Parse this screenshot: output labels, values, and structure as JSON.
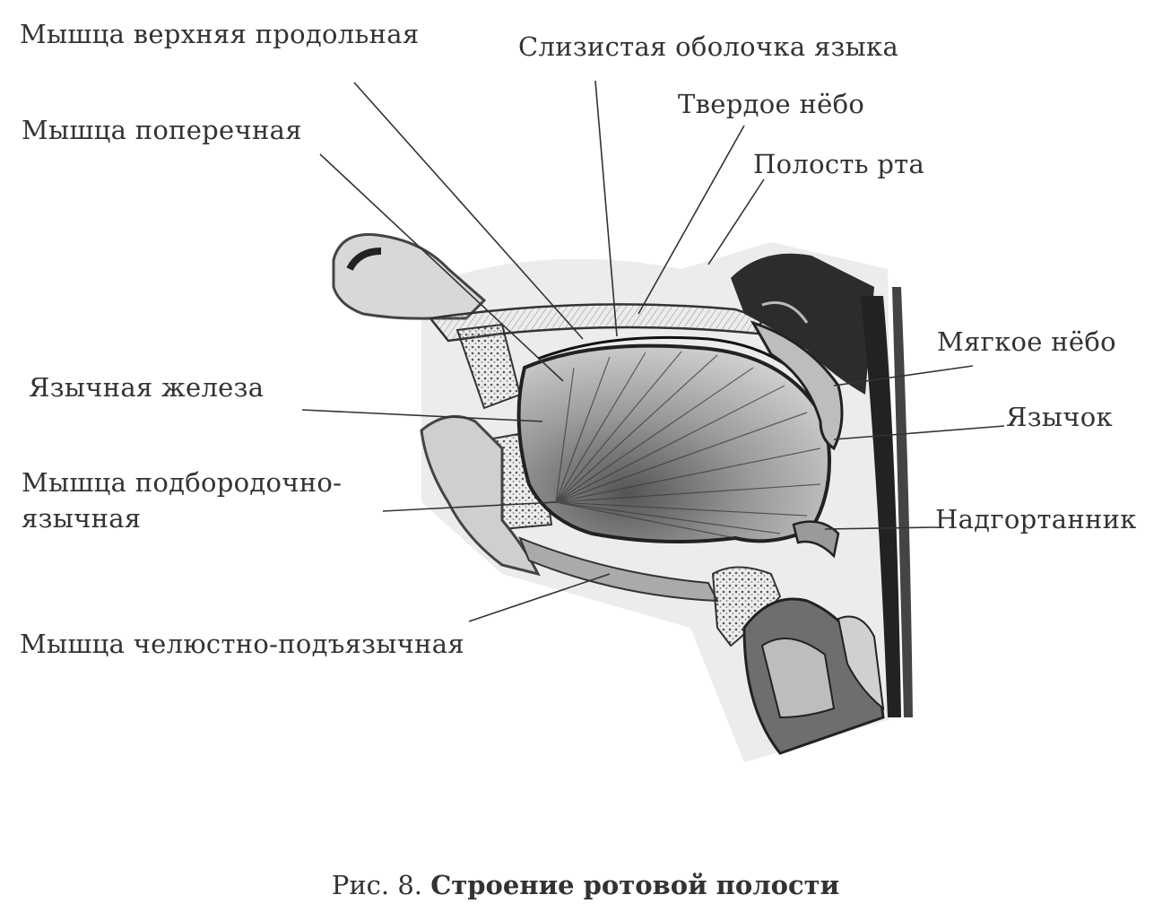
{
  "labels": {
    "upper_longitudinal_muscle": "Мышца верхняя продольная",
    "tongue_mucosa": "Слизистая оболочка языка",
    "hard_palate": "Твердое нёбо",
    "transverse_muscle": "Мышца поперечная",
    "oral_cavity": "Полость рта",
    "soft_palate": "Мягкое нёбо",
    "lingual_gland": "Язычная железа",
    "uvula": "Язычок",
    "genioglossus_line1": "Мышца подбородочно-",
    "genioglossus_line2": "язычная",
    "epiglottis": "Надгортанник",
    "mylohyoid_muscle": "Мышца челюстно-подъязычная"
  },
  "caption": {
    "prefix": "Рис. 8.",
    "title": "Строение ротовой полости"
  }
}
